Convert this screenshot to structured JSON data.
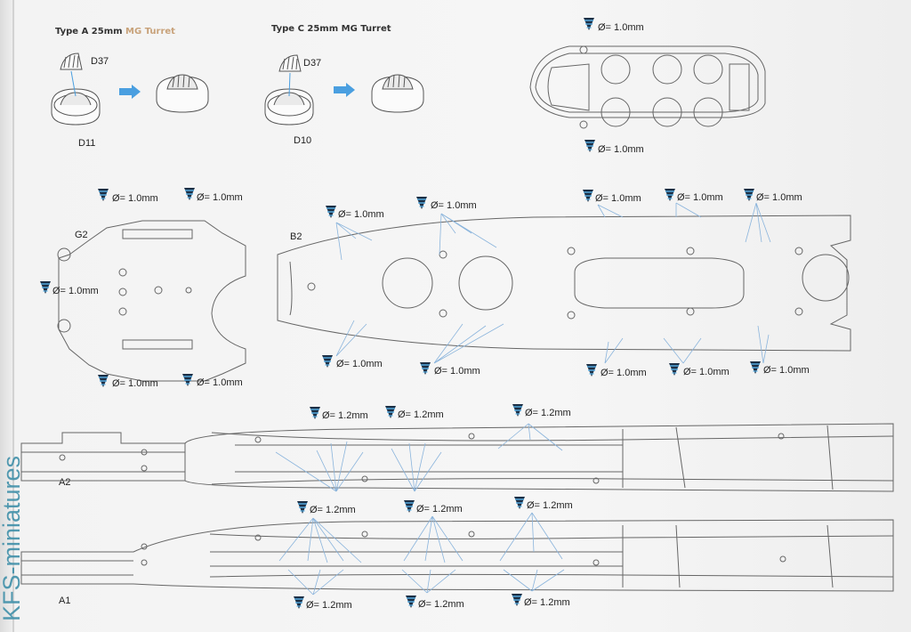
{
  "turrets": {
    "type_a": {
      "prefix": "Type A 25mm ",
      "suffix": "MG Turret",
      "part_top": "D37",
      "part_base": "D11"
    },
    "type_c": {
      "prefix": "Type C 25mm ",
      "suffix": "MG Turret",
      "part_top": "D37",
      "part_base": "D10"
    }
  },
  "parts": {
    "g2": "G2",
    "b2": "B2",
    "a2": "A2",
    "a1": "A1"
  },
  "drill": {
    "d10": "Ø= 1.0mm",
    "d12": "Ø= 1.2mm"
  },
  "watermark": "KFS-miniatures",
  "colors": {
    "arrow": "#4a9fe0",
    "leader": "#8ab4dc",
    "line": "#6a6a6a",
    "watermark": "#3f8fa8"
  }
}
